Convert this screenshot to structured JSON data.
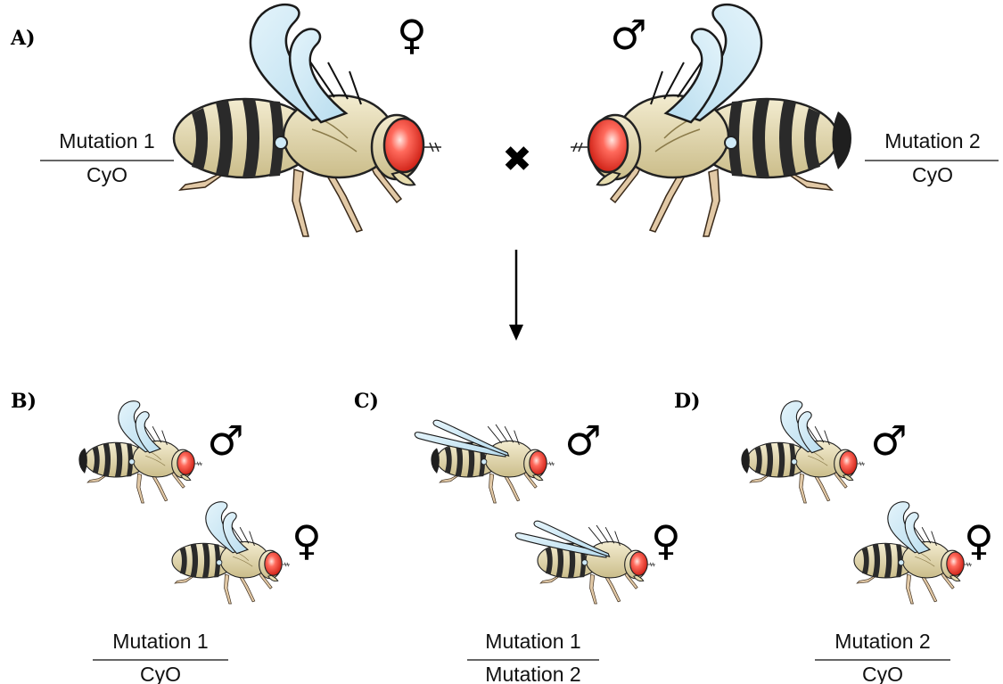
{
  "panels": {
    "A": {
      "label": "A)"
    },
    "B": {
      "label": "B)"
    },
    "C": {
      "label": "C)"
    },
    "D": {
      "label": "D)"
    }
  },
  "cross": {
    "female_symbol": "♀",
    "male_symbol": "♂",
    "cross_symbol": "✖",
    "female_parent": {
      "top": "Mutation 1",
      "bottom": "CyO"
    },
    "male_parent": {
      "top": "Mutation 2",
      "bottom": "CyO"
    }
  },
  "offspring": {
    "B": {
      "top": "Mutation 1",
      "bottom": "CyO",
      "male_symbol": "♂",
      "female_symbol": "♀"
    },
    "C": {
      "top": "Mutation 1",
      "bottom": "Mutation 2",
      "male_symbol": "♂",
      "female_symbol": "♀"
    },
    "D": {
      "top": "Mutation 2",
      "bottom": "CyO",
      "male_symbol": "♂",
      "female_symbol": "♀"
    }
  },
  "colors": {
    "wing": "#c9e8f5",
    "body": "#e6dcae",
    "stripe": "#2a2a2a",
    "eye": "#ee3b2e",
    "leg": "#e2c9a6"
  }
}
